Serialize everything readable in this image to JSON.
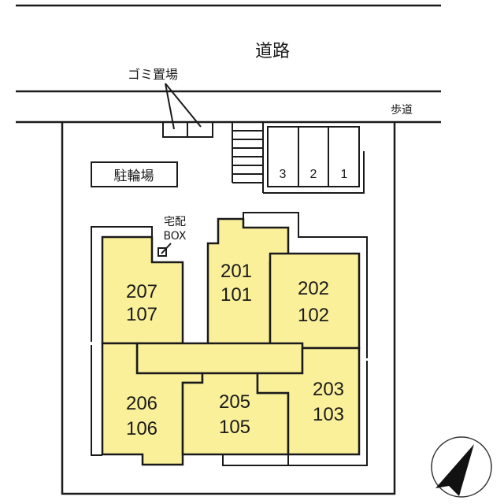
{
  "labels": {
    "road": "道路",
    "sidewalk": "歩道",
    "garbage": "ゴミ置場",
    "bicycle_parking": "駐輪場",
    "delivery_box_line1": "宅配",
    "delivery_box_line2": "BOX"
  },
  "parking": [
    "3",
    "2",
    "1"
  ],
  "units": [
    {
      "upper": "207",
      "lower": "107"
    },
    {
      "upper": "201",
      "lower": "101"
    },
    {
      "upper": "202",
      "lower": "102"
    },
    {
      "upper": "206",
      "lower": "106"
    },
    {
      "upper": "205",
      "lower": "105"
    },
    {
      "upper": "203",
      "lower": "103"
    }
  ],
  "colors": {
    "unit_fill": "#fbf09a",
    "line": "#1a1a1a"
  },
  "compass": "north-arrow"
}
